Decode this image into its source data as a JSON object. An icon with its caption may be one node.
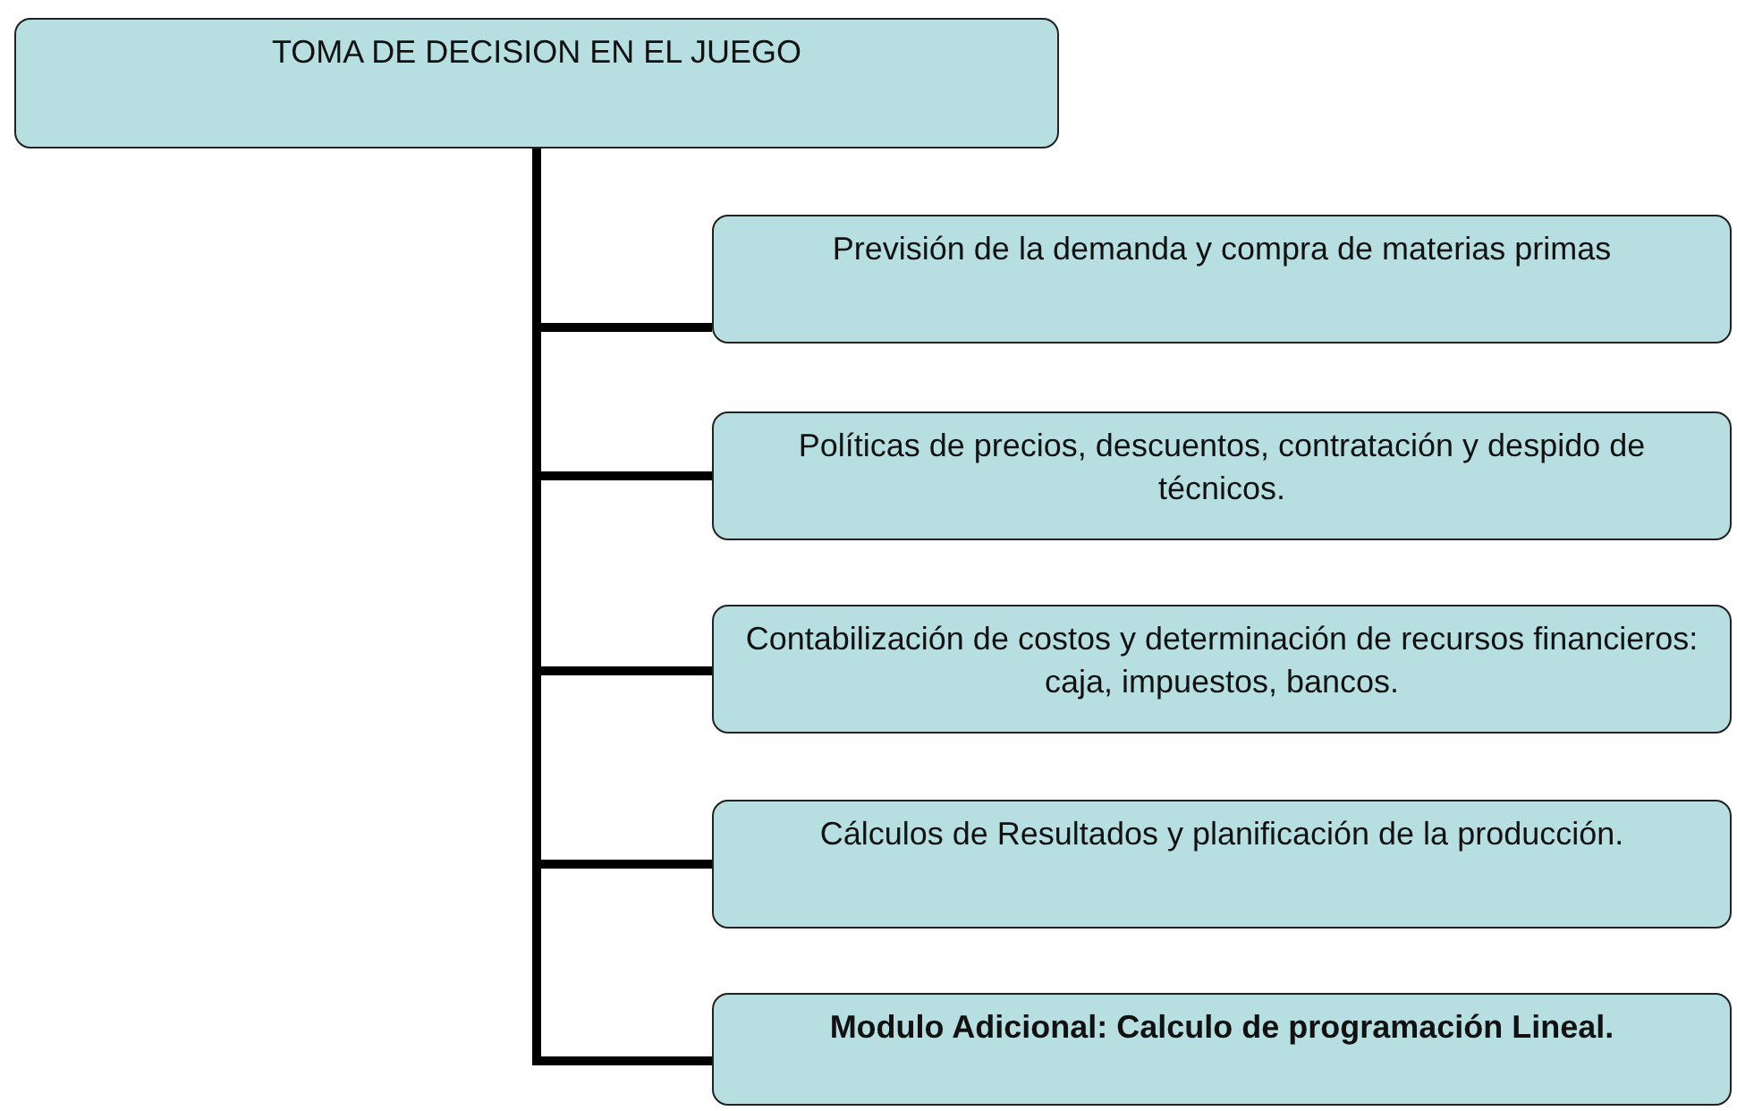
{
  "diagram": {
    "nodes": [
      {
        "text": [
          "TOMA DE DECISION EN EL JUEGO"
        ]
      },
      {
        "text": [
          "Previsión de la demanda y compra de materias primas"
        ]
      },
      {
        "text": [
          "Políticas de precios, descuentos, contratación y despido de técnicos."
        ]
      },
      {
        "text": [
          "Contabilización de costos y determinación de recursos financieros: caja, impuestos, bancos."
        ]
      },
      {
        "text": [
          "Cálculos de Resultados  y planificación de la producción."
        ]
      },
      {
        "text": [
          "Modulo Adicional: Calculo de programación Lineal."
        ]
      }
    ],
    "edges": [
      {
        "from": 0,
        "to": 1,
        "arrow": "none"
      },
      {
        "from": 0,
        "to": 2,
        "arrow": "none"
      },
      {
        "from": 0,
        "to": 3,
        "arrow": "none"
      },
      {
        "from": 0,
        "to": 4,
        "arrow": "none"
      },
      {
        "from": 0,
        "to": 5,
        "arrow": "none"
      }
    ]
  }
}
